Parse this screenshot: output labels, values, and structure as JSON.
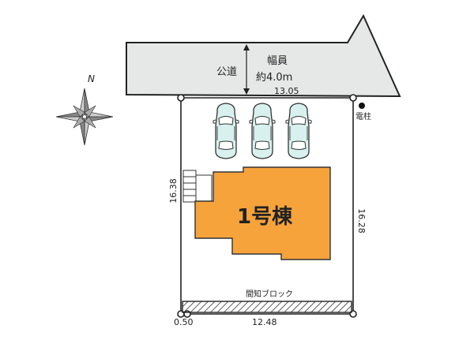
{
  "road": {
    "label": "公道",
    "width_label": "幅員",
    "width_value": "約4.0m",
    "fill_color": "#e6e8e7"
  },
  "building": {
    "label": "1号棟",
    "fill_color": "#f6a33c"
  },
  "dimensions": {
    "top": "13.05",
    "left": "16.38",
    "right": "16.28",
    "bottom": "12.48",
    "bottom_offset": "0.50"
  },
  "utility_pole": {
    "label": "電柱"
  },
  "wall": {
    "label": "間知ブロック"
  },
  "compass": {
    "north_label": "N"
  },
  "parking": {
    "car_count": 3,
    "car_color": "#d8f1ee"
  }
}
